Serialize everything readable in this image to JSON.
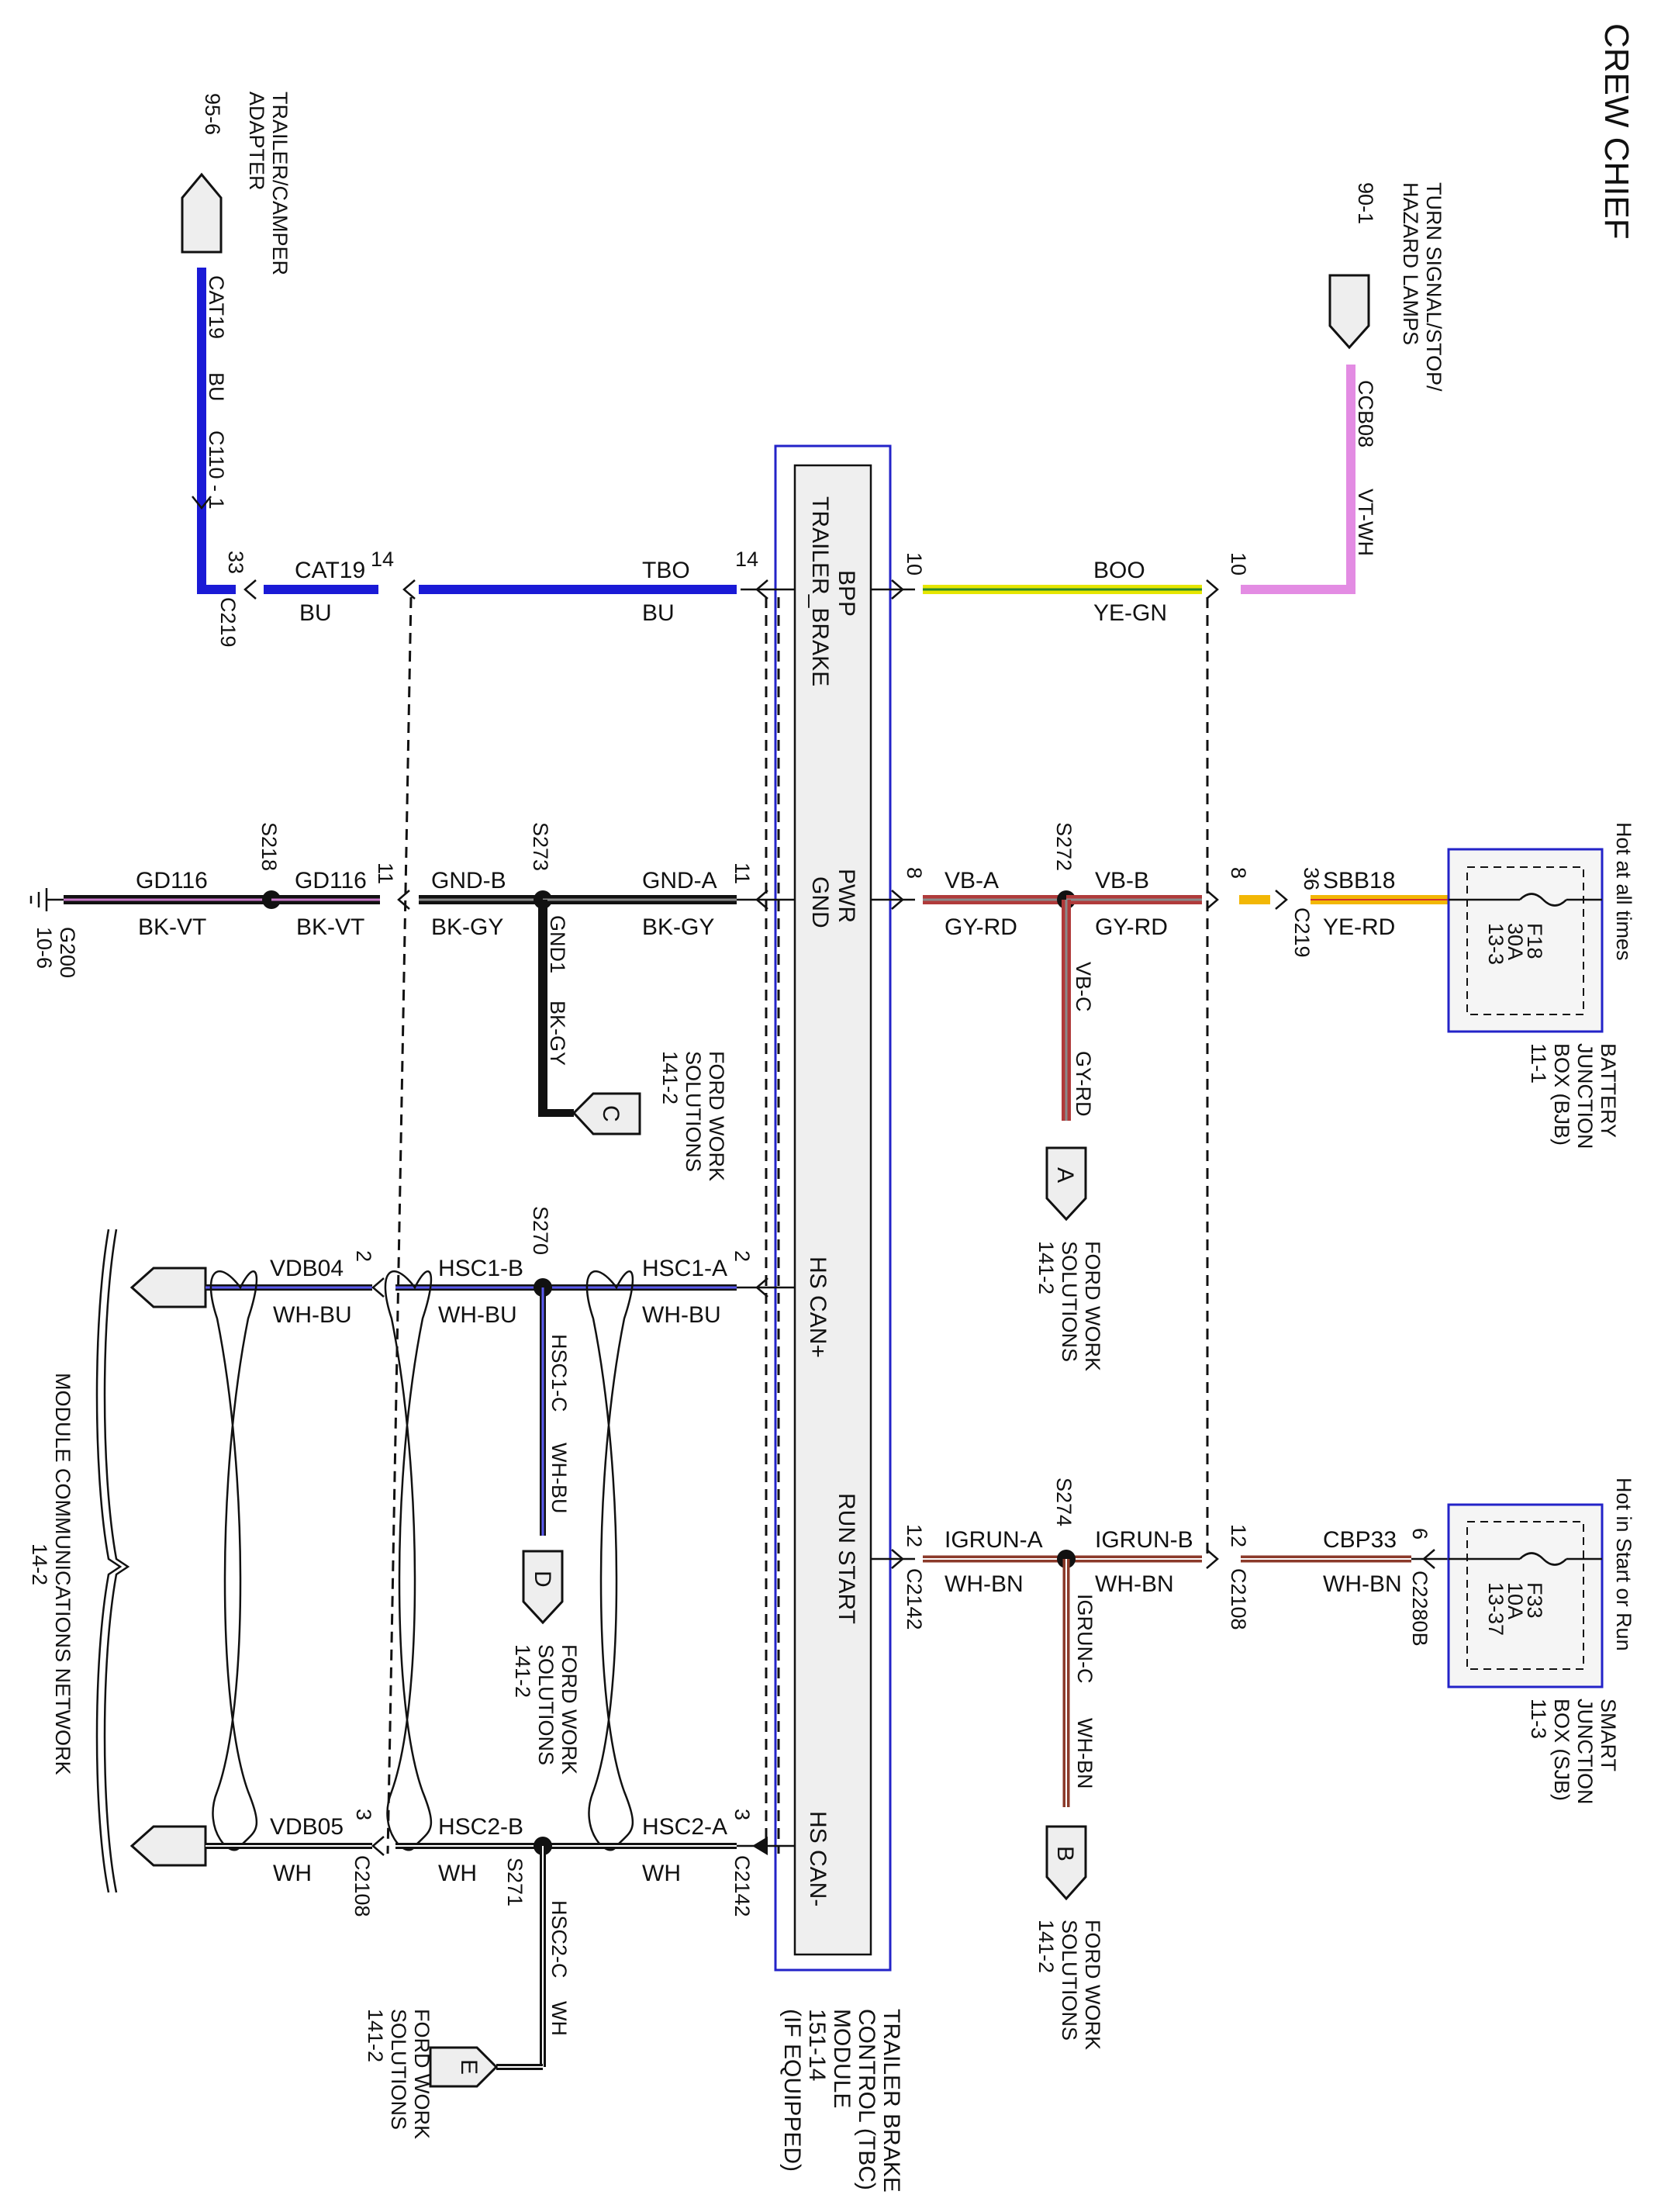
{
  "title": "CREW CHIEF",
  "module": {
    "label_lines": [
      "TRAILER BRAKE",
      "CONTROL (TBC)",
      "MODULE",
      "151-14",
      "(IF EQUIPPED)"
    ],
    "pins": {
      "bpp": "BPP",
      "trailer_brake": "TRAILER_BRAKE",
      "pwr": "PWR",
      "gnd": "GND",
      "hs_can_plus": "HS CAN+",
      "run_start": "RUN START",
      "hs_can_minus": "HS CAN-"
    }
  },
  "connectors": {
    "trailer_camper": {
      "ref": "95-6",
      "lines": [
        "TRAILER/CAMPER",
        "ADAPTER"
      ]
    },
    "turn_signal": {
      "ref": "90-1",
      "lines": [
        "TURN SIGNAL/STOP/",
        "HAZARD LAMPS"
      ]
    },
    "battery_jb": {
      "lines": [
        "BATTERY",
        "JUNCTION",
        "BOX (BJB)",
        "11-1"
      ],
      "hot": "Hot at all times",
      "fuse": [
        "F18",
        "30A",
        "13-3"
      ]
    },
    "smart_jb": {
      "lines": [
        "SMART",
        "JUNCTION",
        "BOX (SJB)",
        "11-3"
      ],
      "hot": "Hot in Start or Run",
      "fuse": [
        "F33",
        "10A",
        "13-37"
      ]
    },
    "ground": {
      "name": "G200",
      "ref": "10-6"
    },
    "module_comm": "MODULE COMMUNICATIONS NETWORK",
    "module_comm_ref": "14-2",
    "ford_work": [
      "FORD WORK",
      "SOLUTIONS",
      "141-2"
    ],
    "flags": {
      "a": "A",
      "b": "B",
      "c": "C",
      "d": "D",
      "e": "E"
    }
  },
  "wires": {
    "cat19_top": "CAT19",
    "bu_top": "BU",
    "c110": "C110 - 1",
    "cat19": "CAT19",
    "bu1": "BU",
    "tbo": "TBO",
    "bu2": "BU",
    "boo": "BOO",
    "ye_gn": "YE-GN",
    "ccb08": "CCB08",
    "vt_wh": "VT-WH",
    "gd116_a": "GD116",
    "bk_vt_a": "BK-VT",
    "gd116_b": "GD116",
    "bk_vt_b": "BK-VT",
    "gnd_b": "GND-B",
    "bk_gy_b": "BK-GY",
    "gnd_a": "GND-A",
    "bk_gy_a": "BK-GY",
    "gnd1": "GND1",
    "bk_gy_c": "BK-GY",
    "vb_a": "VB-A",
    "gy_rd_a": "GY-RD",
    "vb_b": "VB-B",
    "gy_rd_b": "GY-RD",
    "vb_c": "VB-C",
    "gy_rd_c": "GY-RD",
    "sbb18": "SBB18",
    "ye_rd": "YE-RD",
    "vdb04": "VDB04",
    "wh_bu_1": "WH-BU",
    "hsc1_b": "HSC1-B",
    "wh_bu_2": "WH-BU",
    "hsc1_a": "HSC1-A",
    "wh_bu_3": "WH-BU",
    "hsc1_c": "HSC1-C",
    "wh_bu_4": "WH-BU",
    "igrun_a": "IGRUN-A",
    "wh_bn_1": "WH-BN",
    "igrun_b": "IGRUN-B",
    "wh_bn_2": "WH-BN",
    "igrun_c": "IGRUN-C",
    "wh_bn_3": "WH-BN",
    "cbp33": "CBP33",
    "wh_bn_4": "WH-BN",
    "vdb05": "VDB05",
    "wh_1": "WH",
    "hsc2_b": "HSC2-B",
    "wh_2": "WH",
    "hsc2_a": "HSC2-A",
    "wh_3": "WH",
    "hsc2_c": "HSC2-C",
    "wh_4": "WH"
  },
  "splices": {
    "s218": "S218",
    "s273": "S273",
    "s272": "S272",
    "s270": "S270",
    "s274": "S274",
    "s271": "S271"
  },
  "conn_ids": {
    "c219_a": "C219",
    "c219_b": "C219",
    "c2142_a": "C2142",
    "c2142_b": "C2142",
    "c2108_a": "C2108",
    "c2108_b": "C2108",
    "c2280b": "C2280B"
  },
  "pin_numbers": {
    "p33": "33",
    "p14_a": "14",
    "p14_b": "14",
    "p10_a": "10",
    "p10_b": "10",
    "p11_a": "11",
    "p11_b": "11",
    "p8_a": "8",
    "p8_b": "8",
    "p36": "36",
    "p2_a": "2",
    "p2_b": "2",
    "p12_a": "12",
    "p12_b": "12",
    "p6": "6",
    "p3_a": "3",
    "p3_b": "3"
  },
  "colors": {
    "blue": "#1a1ad6",
    "yellow_green": "#e6e600",
    "violet_white": "#e38ce3",
    "black": "#111111",
    "gray_red": "#b03a3a",
    "yellow_red": "#f2b705",
    "white_blue": "#5a5af0",
    "white_brown": "#8b3a2a",
    "module_border": "#2323c8"
  }
}
